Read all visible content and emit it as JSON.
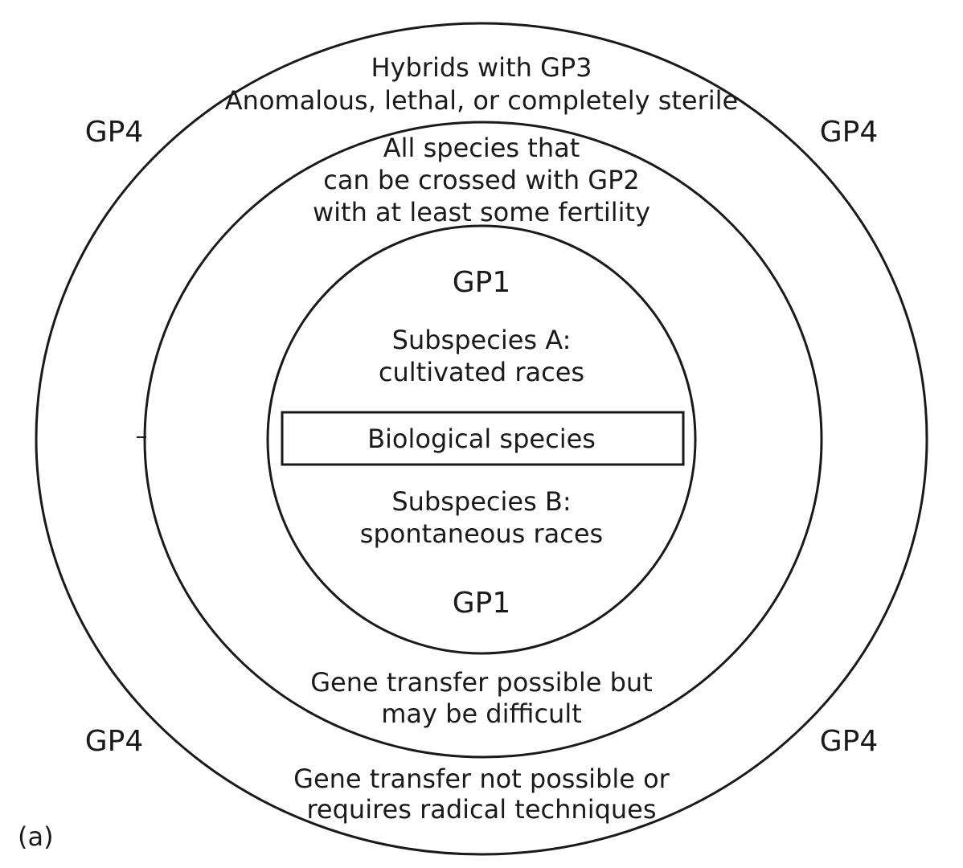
{
  "outer_ring": {
    "top_lines": [
      "Hybrids with GP3",
      "Anomalous, lethal, or completely sterile"
    ],
    "bottom_lines": [
      "Gene transfer not possible or",
      "requires radical techniques"
    ],
    "corner_labels": [
      "GP4",
      "GP4",
      "GP4",
      "GP4"
    ]
  },
  "middle_ring": {
    "top_lines": [
      "All species that",
      "can be crossed with GP2",
      "with at least some fertility"
    ],
    "bottom_lines": [
      "Gene transfer possible but",
      "may be difficult"
    ]
  },
  "inner_ring": {
    "top_label": "GP1",
    "bottom_label": "GP1",
    "subspecies_a": [
      "Subspecies A:",
      "cultivated races"
    ],
    "subspecies_b": [
      "Subspecies B:",
      "spontaneous races"
    ],
    "center_box": "Biological species"
  },
  "panel_label": "(a)"
}
